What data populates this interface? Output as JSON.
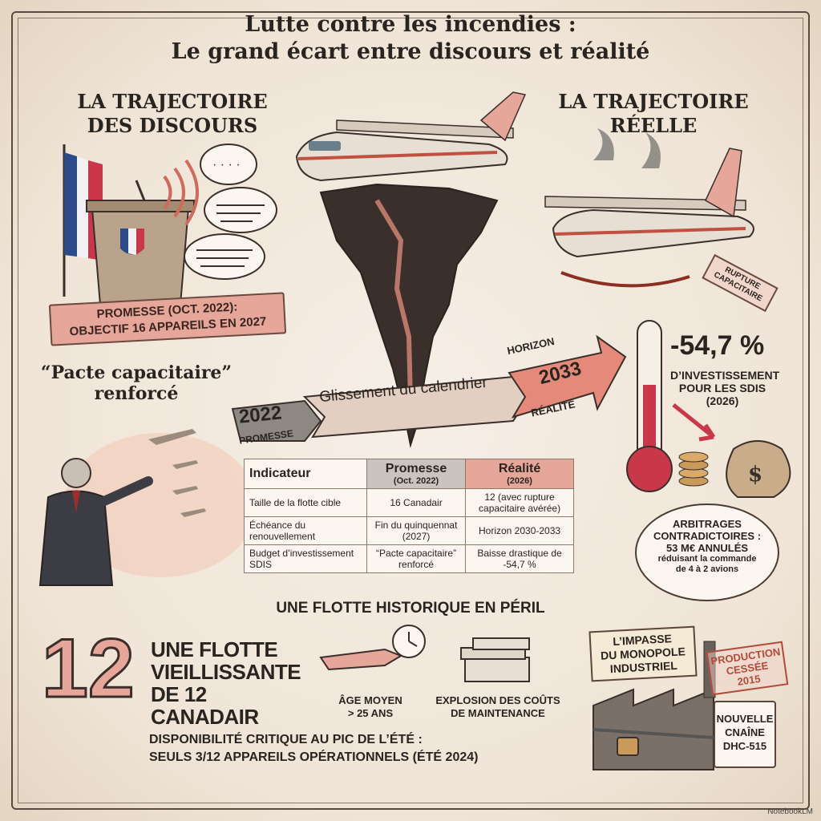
{
  "title": {
    "line1": "Lutte contre les incendies :",
    "line2": "Le grand écart entre discours et réalité"
  },
  "left": {
    "header_line1": "LA TRAJECTOIRE",
    "header_line2": "DES DISCOURS",
    "ribbon_line1": "PROMESSE (OCT. 2022):",
    "ribbon_line2": "OBJECTIF 16 APPAREILS EN 2027",
    "pacte_line1": "“Pacte capacitaire”",
    "pacte_line2": "renforcé"
  },
  "right": {
    "header_line1": "LA TRAJECTOIRE",
    "header_line2": "RÉELLE",
    "tag_line1": "RUPTURE",
    "tag_line2": "CAPACITAIRE",
    "big_value": "-54,7 %",
    "invest_line1": "D’INVESTISSEMENT",
    "invest_line2": "POUR LES SDIS",
    "invest_line3": "(2026)",
    "arb_line1": "ARBITRAGES",
    "arb_line2": "CONTRADICTOIRES :",
    "arb_line3": "53 M€ ANNULÉS",
    "arb_line4": "réduisant la commande",
    "arb_line5": "de 4 à 2 avions"
  },
  "timeline": {
    "start_year": "2022",
    "start_label": "PROMESSE",
    "middle": "Glissement du calendrier",
    "end_top": "HORIZON",
    "end_year": "2033",
    "end_label": "RÉALITÉ"
  },
  "table": {
    "col_indicator": "Indicateur",
    "col_promise": "Promesse",
    "col_promise_sub": "(Oct. 2022)",
    "col_reality": "Réalité",
    "col_reality_sub": "(2026)",
    "rows": [
      {
        "indicator": "Taille de la flotte cible",
        "promise": "16 Canadair",
        "reality": "12 (avec rupture capacitaire avérée)"
      },
      {
        "indicator": "Échéance du renouvellement",
        "promise": "Fin du quinquennat (2027)",
        "reality": "Horizon 2030-2033"
      },
      {
        "indicator": "Budget d’investissement SDIS",
        "promise": "“Pacte capacitaire” renforcé",
        "reality": "Baisse drastique de -54,7 %"
      }
    ]
  },
  "fleet": {
    "section_title": "UNE FLOTTE HISTORIQUE EN PÉRIL",
    "big_number": "12",
    "desc_line1": "UNE FLOTTE",
    "desc_line2": "VIEILLISSANTE",
    "desc_line3": "DE 12 CANADAIR",
    "age_line1": "ÂGE MOYEN",
    "age_line2": "> 25 ANS",
    "cost_line1": "EXPLOSION DES COÛTS",
    "cost_line2": "DE MAINTENANCE",
    "avail_line1": "DISPONIBILITÉ CRITIQUE AU PIC DE L’ÉTÉ :",
    "avail_line2": "SEULS 3/12 APPAREILS OPÉRATIONNELS (ÉTÉ 2024)"
  },
  "industry": {
    "sign_line1": "L’IMPASSE",
    "sign_line2": "DU MONOPOLE",
    "sign_line3": "INDUSTRIEL",
    "stamp_line1": "PRODUCTION",
    "stamp_line2": "CESSÉE",
    "stamp_line3": "2015",
    "cal_line1": "NOUVELLE",
    "cal_line2": "CNAÎNE",
    "cal_line3": "DHC-515"
  },
  "credit": "NotebookLM",
  "colors": {
    "accent": "#e6a79a",
    "dark_red": "#b24a3c",
    "ink": "#2a2420",
    "paper": "#f6efe6"
  }
}
